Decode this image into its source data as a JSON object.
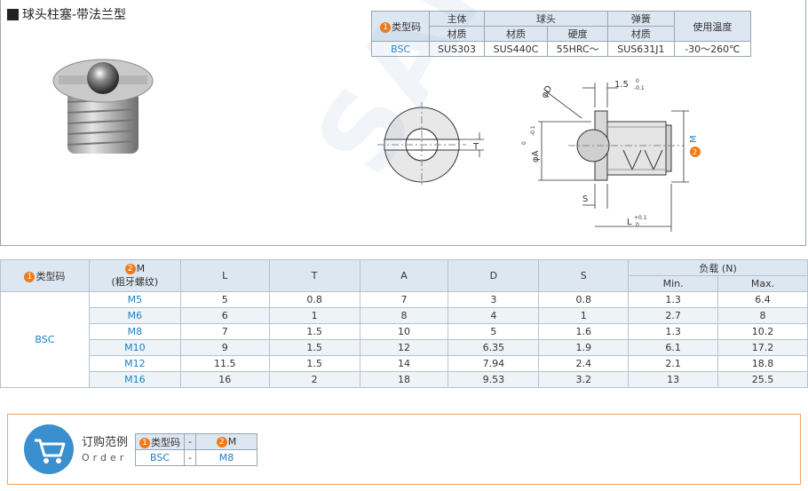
{
  "page_title": "球头柱塞-带法兰型",
  "spec": {
    "type_label": "类型码",
    "num1": "1",
    "col_body": "主体",
    "col_ball": "球头",
    "col_spring": "弹簧",
    "col_temp": "使用温度",
    "sub_material": "材质",
    "sub_hardness": "硬度",
    "row": {
      "type": "BSC",
      "body_material": "SUS303",
      "ball_material": "SUS440C",
      "ball_hardness": "55HRC～",
      "spring_material": "SUS631J1",
      "temp": "-30～260℃"
    }
  },
  "drawing": {
    "dim_flange": "1.5",
    "dim_flange_tol_top": "0",
    "dim_flange_tol_bottom": "-0.1",
    "label_D": "φD",
    "label_A": "φA",
    "label_A_tol_top": "0",
    "label_A_tol_bottom": "-0.1",
    "label_T": "T",
    "label_S": "S",
    "label_L": "L",
    "label_L_tol_top": "+0.1",
    "label_L_tol_bottom": "0",
    "label_M": "M",
    "num2": "2"
  },
  "main_table": {
    "h_type": "类型码",
    "h_m": "M",
    "h_m_sub": "(粗牙螺纹)",
    "h_L": "L",
    "h_T": "T",
    "h_A": "A",
    "h_D": "D",
    "h_S": "S",
    "h_load": "负载 (N)",
    "h_min": "Min.",
    "h_max": "Max.",
    "type_value": "BSC",
    "rows": [
      {
        "m": "M5",
        "L": "5",
        "T": "0.8",
        "A": "7",
        "D": "3",
        "S": "0.8",
        "min": "1.3",
        "max": "6.4"
      },
      {
        "m": "M6",
        "L": "6",
        "T": "1",
        "A": "8",
        "D": "4",
        "S": "1",
        "min": "2.7",
        "max": "8"
      },
      {
        "m": "M8",
        "L": "7",
        "T": "1.5",
        "A": "10",
        "D": "5",
        "S": "1.6",
        "min": "1.3",
        "max": "10.2"
      },
      {
        "m": "M10",
        "L": "9",
        "T": "1.5",
        "A": "12",
        "D": "6.35",
        "S": "1.9",
        "min": "6.1",
        "max": "17.2"
      },
      {
        "m": "M12",
        "L": "11.5",
        "T": "1.5",
        "A": "14",
        "D": "7.94",
        "S": "2.4",
        "min": "2.1",
        "max": "18.8"
      },
      {
        "m": "M16",
        "L": "16",
        "T": "2",
        "A": "18",
        "D": "9.53",
        "S": "3.2",
        "min": "13",
        "max": "25.5"
      }
    ]
  },
  "order": {
    "title": "订购范例",
    "subtitle": "Order",
    "h_type": "类型码",
    "h_dash": "-",
    "h_m": "M",
    "v_type": "BSC",
    "v_dash": "-",
    "v_m": "M8"
  },
  "watermark": "SAMLIB",
  "colors": {
    "accent_orange": "#f07a1a",
    "accent_blue": "#1a7fc4",
    "header_bg": "#dde7f1"
  }
}
